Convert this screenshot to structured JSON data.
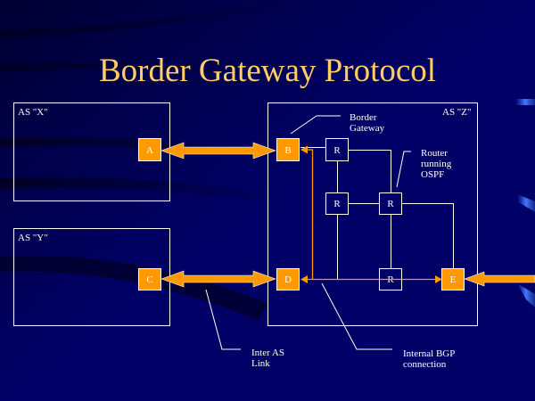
{
  "slide": {
    "title": "Border Gateway Protocol"
  },
  "colors": {
    "background": "#000066",
    "title": "#ffcc66",
    "gateway_fill": "#ff9900",
    "line": "#ffffff",
    "ibgp": "#ff9900"
  },
  "autonomous_systems": [
    {
      "id": "x",
      "label": "AS \"X\""
    },
    {
      "id": "y",
      "label": "AS \"Y\""
    },
    {
      "id": "z",
      "label": "AS \"Z\""
    }
  ],
  "nodes": {
    "A": "A",
    "B": "B",
    "C": "C",
    "D": "D",
    "E": "E",
    "R1": "R",
    "R2": "R",
    "R3": "R",
    "R4": "R"
  },
  "callouts": {
    "border_gateway_line1": "Border",
    "border_gateway_line2": "Gateway",
    "router_ospf_line1": "Router",
    "router_ospf_line2": "running",
    "router_ospf_line3": "OSPF",
    "inter_as_line1": "Inter AS",
    "inter_as_line2": "Link",
    "internal_bgp_line1": "Internal BGP",
    "internal_bgp_line2": "connection"
  }
}
